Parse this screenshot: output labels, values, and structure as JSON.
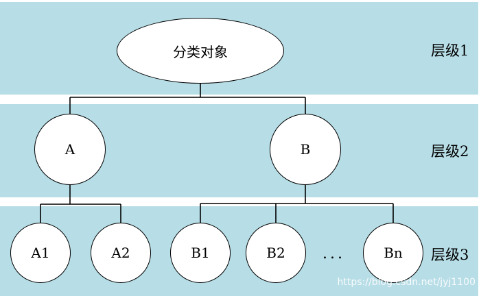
{
  "diagram": {
    "root": {
      "label": "分类对象"
    },
    "level2": [
      {
        "label": "A"
      },
      {
        "label": "B"
      }
    ],
    "level3": [
      {
        "label": "A1"
      },
      {
        "label": "A2"
      },
      {
        "label": "B1"
      },
      {
        "label": "B2"
      },
      {
        "label": "Bn"
      }
    ],
    "ellipsis": "...",
    "levels": [
      "层级1",
      "层级2",
      "层级3"
    ]
  },
  "colors": {
    "band": "#b7dde6",
    "node_fill": "#ffffff",
    "stroke": "#000000"
  },
  "watermark": "https://blog.csdn.net/jyj1100"
}
